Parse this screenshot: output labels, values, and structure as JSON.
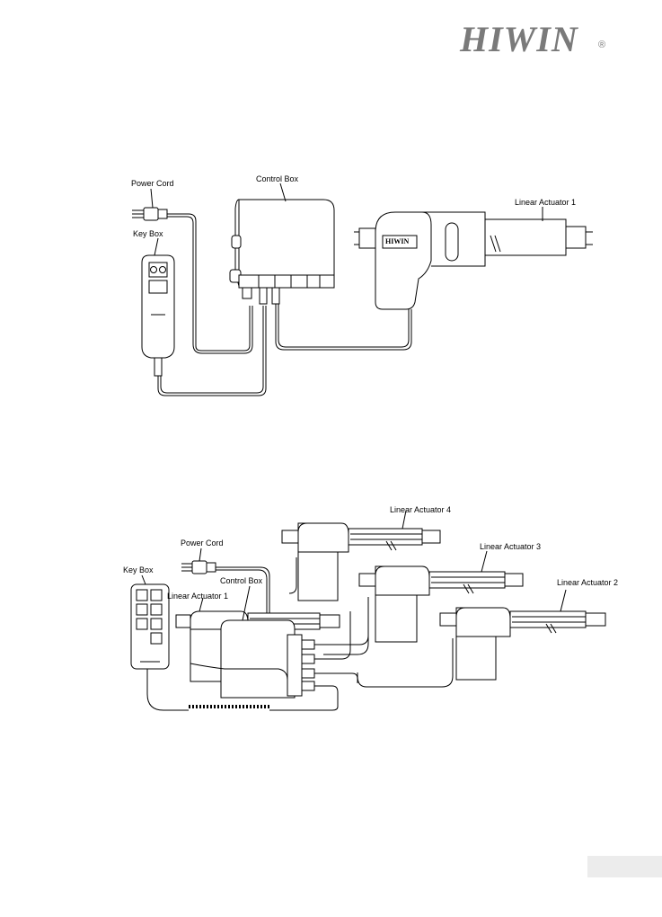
{
  "header": {
    "brand": "HIWIN",
    "registered_mark": "®"
  },
  "diagram1": {
    "labels": {
      "power_cord": "Power Cord",
      "control_box": "Control Box",
      "key_box": "Key Box",
      "actuator_1": "Linear Actuator 1"
    },
    "actuator_brand": "HIWIN"
  },
  "diagram2": {
    "labels": {
      "actuator_4": "Linear Actuator 4",
      "actuator_3": "Linear Actuator 3",
      "actuator_2": "Linear Actuator 2",
      "actuator_1": "Linear Actuator 1",
      "power_cord": "Power Cord",
      "control_box": "Control Box",
      "key_box": "Key Box"
    }
  }
}
